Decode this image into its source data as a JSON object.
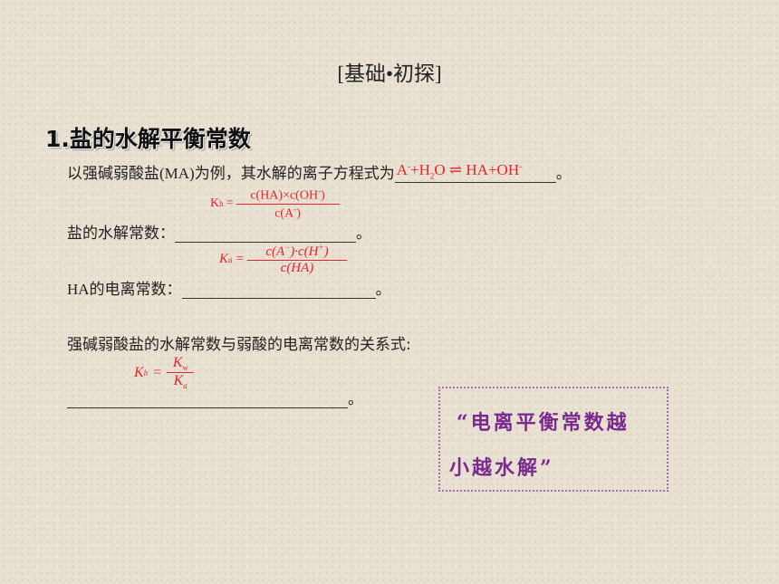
{
  "header": {
    "section": "[基础•初探]"
  },
  "title": "1.盐的水解平衡常数",
  "line1": {
    "text": "以强碱弱酸盐(MA)为例，其水解的离子方程式为",
    "eq": {
      "a": "A",
      "a_sup": "-",
      "plus1": "+H",
      "h2o_sub": "2",
      "o": "O",
      "arrow": "⇌",
      "products": "HA+OH",
      "prod_sup": "-"
    },
    "end": "。"
  },
  "kh": {
    "label": "盐的水解常数：",
    "lhs": "K",
    "lhs_sub": "h",
    "eq": "=",
    "num": "c(HA)×c(OH",
    "num_sup": "-",
    "num_close": ")",
    "den": "c(A",
    "den_sup": "-",
    "den_close": ")",
    "end": "。"
  },
  "ka": {
    "label": "HA的电离常数：",
    "lhs": "K",
    "lhs_sub": "a",
    "eq": "=",
    "num": "c(A",
    "num_sup": "−",
    "num_mid": ")·c(H",
    "num_sup2": "+",
    "num_close": ")",
    "den": "c(HA)",
    "end": "。"
  },
  "relation": {
    "label": "强碱弱酸盐的水解常数与弱酸的电离常数的关系式:",
    "lhs": "K",
    "lhs_sub": "h",
    "eq": "=",
    "num": "K",
    "num_sub": "w",
    "den": "K",
    "den_sub": "a",
    "end": "。"
  },
  "note": {
    "line1": "“电离平衡常数越",
    "line2": "小越水解”"
  },
  "colors": {
    "answer": "#e8232a",
    "note": "#7a2a8f"
  }
}
